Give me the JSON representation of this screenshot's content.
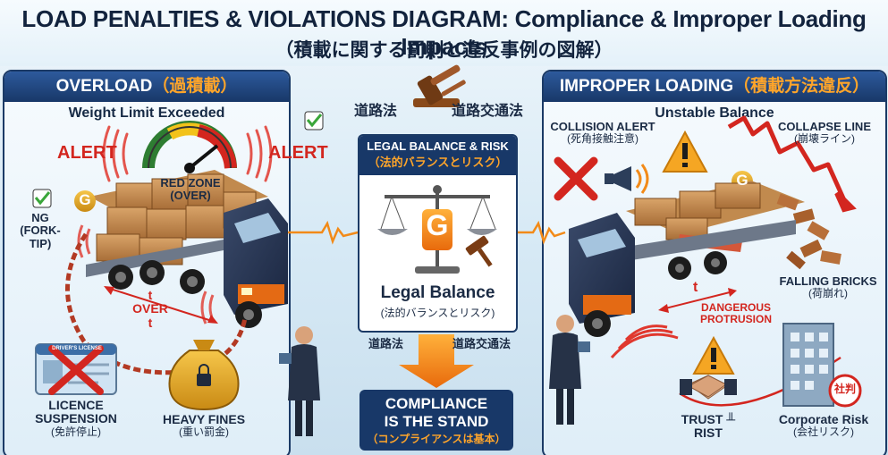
{
  "title": {
    "main": "LOAD PENALTIES & VIOLATIONS DIAGRAM: Compliance & Improper Loading Impacts",
    "sub": "（積載に関する罰則と違反事例の図解）"
  },
  "left_panel": {
    "heading_en": "OVERLOAD",
    "heading_jp": "（過積載）",
    "subtitle": "Weight Limit Exceeded",
    "alert_left": "ALERT",
    "alert_right": "ALERT",
    "gauge_label_1": "RED ZONE",
    "gauge_label_2": "(OVER)",
    "ng_label_1": "NG",
    "ng_label_2": "(FORK-TIP)",
    "g_mark": "G",
    "over_t_1": "t",
    "over_t_2": "OVER",
    "over_t_3": "t",
    "licence_1": "LICENCE",
    "licence_2": "SUSPENSION",
    "licence_jp": "(免許停止)",
    "fines_1": "HEAVY FINES",
    "fines_jp": "(重い罰金)",
    "card_text": "DRIVER'S LICENSE"
  },
  "center": {
    "law_left": "道路法",
    "law_right": "道路交通法",
    "box_title": "LEGAL BALANCE & RISK",
    "box_title_jp": "（法的バランスとリスク）",
    "g_mark": "G",
    "balance_label": "Legal Balance",
    "balance_label_jp": "(法的バランスとリスク)",
    "law_left_2": "道路法",
    "law_right_2": "道路交通法",
    "compliance_1": "COMPLIANCE",
    "compliance_2": "IS THE STAND",
    "compliance_jp": "（コンプライアンスは基本）"
  },
  "right_panel": {
    "heading_en": "IMPROPER LOADING",
    "heading_jp": "（積載方法違反）",
    "subtitle": "Unstable Balance",
    "collision_1": "COLLISION ALERT",
    "collision_jp": "(死角接触注意)",
    "collapse_1": "COLLAPSE LINE",
    "collapse_jp": "(崩壊ライン)",
    "g_mark": "G",
    "falling_1": "FALLING BRICKS",
    "falling_jp": "(荷崩れ)",
    "t_mark": "t",
    "protrusion_1": "DANGEROUS",
    "protrusion_2": "PROTRUSION",
    "trust_1": "TRUST ╨",
    "trust_2": "RIST",
    "corporate_1": "Corporate Risk",
    "corporate_jp": "(会社リスク)",
    "seal_text": "社判"
  },
  "colors": {
    "navy": "#183868",
    "orange": "#ffa52a",
    "alert_red": "#d3261f",
    "check_green": "#3aa63a"
  }
}
